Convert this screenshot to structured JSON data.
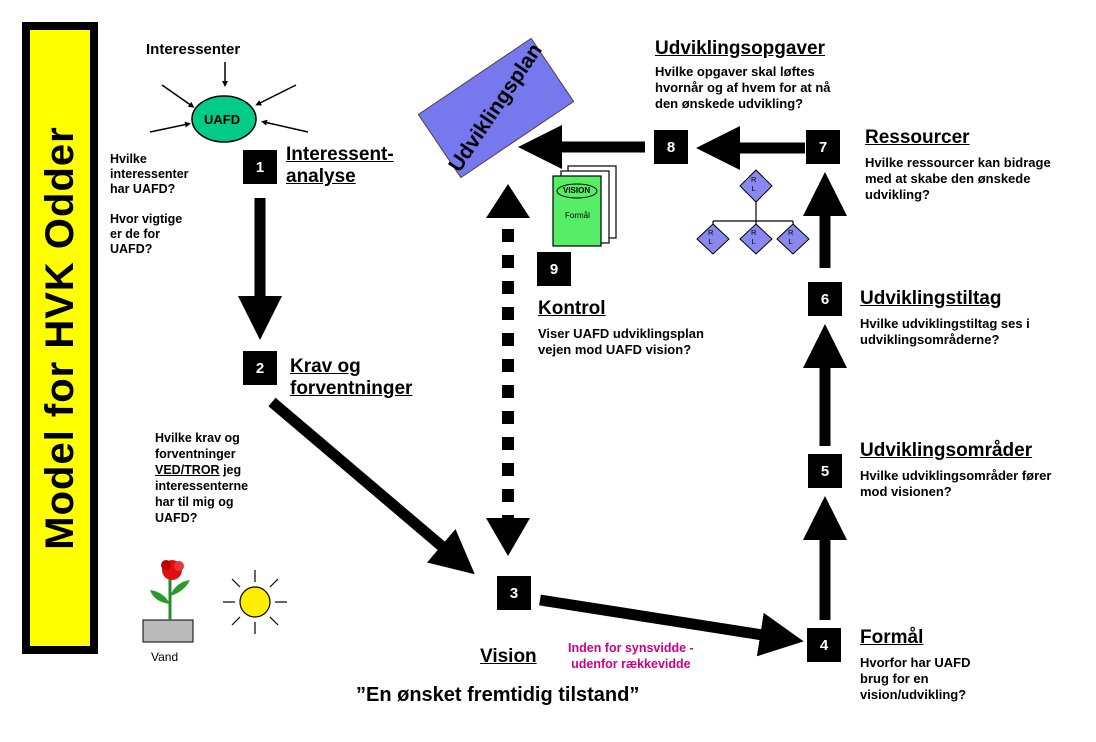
{
  "title": "Model for HVK Odder",
  "stakeholders": {
    "label": "Interessenter",
    "center": "UAFD",
    "questions": "Hvilke\ninteressenter\nhar UAFD?\n\nHvor vigtige\ner de for\nUAFD?"
  },
  "plan_label": "Udviklingsplan",
  "steps": [
    {
      "number": "1",
      "heading": "Interessent-\nanalyse"
    },
    {
      "number": "2",
      "heading": "Krav og\nforventninger",
      "question_parts": [
        "Hvilke krav og\nforventninger\n",
        "VED/TROR",
        " jeg\ninteressenterne\nhar til mig og\nUAFD?"
      ]
    },
    {
      "number": "3",
      "heading": "Vision",
      "quote": "”En ønsket fremtidig tilstand”"
    },
    {
      "number": "4",
      "heading": "Formål",
      "question": "Hvorfor har UAFD\nbrug for en\nvision/udvikling?"
    },
    {
      "number": "5",
      "heading": "Udviklingsområder",
      "question": "Hvilke udviklingsområder fører\nmod visionen?"
    },
    {
      "number": "6",
      "heading": "Udviklingstiltag",
      "question": "Hvilke udviklingstiltag ses i\nudviklingsområderne?"
    },
    {
      "number": "7",
      "heading": "Ressourcer",
      "question": "Hvilke ressourcer kan bidrage\nmed at skabe den ønskede\nudvikling?"
    },
    {
      "number": "8",
      "heading": "Udviklingsopgaver",
      "question": "Hvilke opgaver skal løftes\nhvornår og af hvem for at nå\nden ønskede udvikling?"
    },
    {
      "number": "9",
      "heading": "Kontrol",
      "question": "Viser UAFD udviklingsplan\nvejen mod UAFD vision?"
    }
  ],
  "range_note": "Inden for synsvidde -\nudenfor rækkevidde",
  "doc_icon": {
    "label_top": "VISION",
    "label_body": "Formål"
  },
  "rl_label": "R\nL",
  "flower_label": "Vand",
  "colors": {
    "title_bg": "#ffff00",
    "stakeholder_circle": "#00cc88",
    "plan_box": "#7777ee",
    "doc_green": "#55ee66",
    "diamond": "#8888ee",
    "sun": "#ffee00",
    "range_note": "#cc0088"
  }
}
